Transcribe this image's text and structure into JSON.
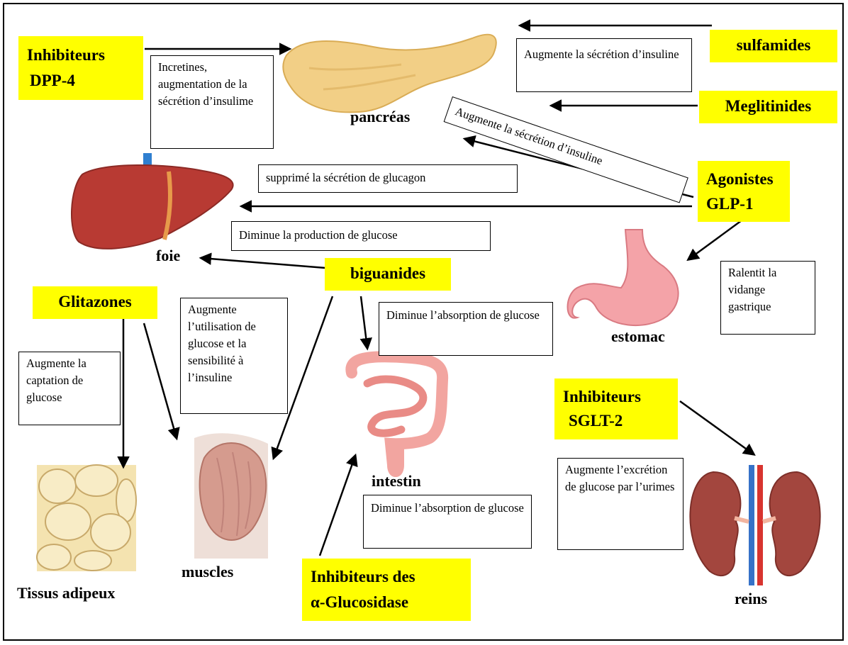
{
  "drugs": {
    "dpp4_line1": "Inhibiteurs",
    "dpp4_line2": "DPP-4",
    "sulfamides": "sulfamides",
    "meglitinides": "Meglitinides",
    "glp1_line1": "Agonistes",
    "glp1_line2": "GLP-1",
    "biguanides": "biguanides",
    "glitazones": "Glitazones",
    "sglt2_line1": "Inhibiteurs",
    "sglt2_line2": "SGLT-2",
    "aglu_line1": "Inhibiteurs des",
    "aglu_line2": "α-Glucosidase"
  },
  "notes": {
    "incretines": "Incretines, augmentation de la sécrétion d’insulime",
    "sulfa_effect": "Augmente la sécrétion d’insuline",
    "glp1_insulin": "Augmente la sécrétion d’insuline",
    "glucagon": "supprimé la sécrétion de glucagon",
    "glucose_prod": "Diminue la production de glucose",
    "vidange": "Ralentit la vidange gastrique",
    "abs_big": "Diminue l’absorption de glucose",
    "utilisation": "Augmente l’utilisation de glucose et la sensibilité à l’insuline",
    "captation": "Augmente la captation de glucose",
    "abs_aglu": "Diminue l’absorption de glucose",
    "excretion": "Augmente l’excrétion de glucose par l’urimes"
  },
  "organs": {
    "pancreas": "pancréas",
    "foie": "foie",
    "estomac": "estomac",
    "intestin": "intestin",
    "muscles": "muscles",
    "adipeux": "Tissus adipeux",
    "reins": "reins"
  },
  "colors": {
    "highlight": "#ffff00",
    "pancreas": "#f2cf86",
    "liver": "#b83a33",
    "stomach": "#f4a3a8",
    "intestine": "#f2a5a0",
    "muscle": "#d59b8e",
    "adipose": "#f4e3b0",
    "kidney": "#a3463e"
  }
}
